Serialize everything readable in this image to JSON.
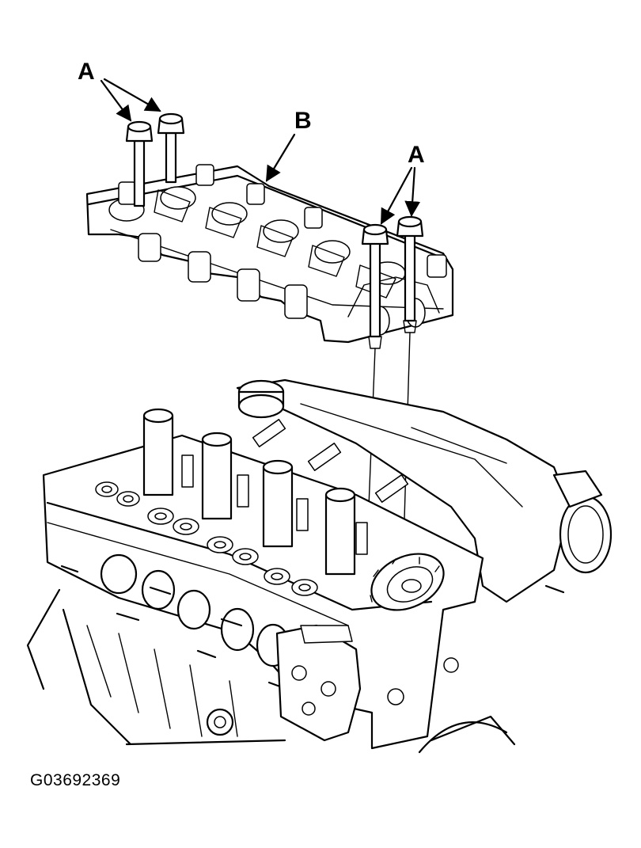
{
  "callouts": {
    "a_left": "A",
    "b": "B",
    "a_right": "A"
  },
  "figure_id": "G03692369",
  "colors": {
    "line": "#000000",
    "background": "#ffffff"
  }
}
